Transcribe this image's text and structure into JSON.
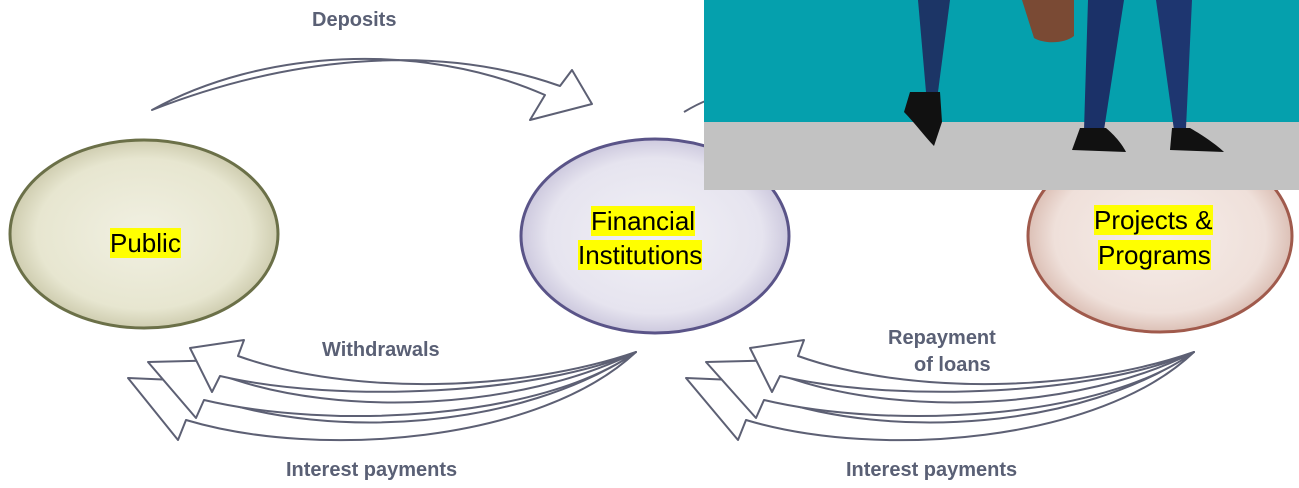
{
  "nodes": {
    "public": {
      "label": "Public"
    },
    "institutions": {
      "line1": "Financial",
      "line2": "Institutions"
    },
    "projects": {
      "line1": "Projects &",
      "line2": "Programs"
    }
  },
  "flows": {
    "deposits": "Deposits",
    "withdrawals": "Withdrawals",
    "interest_left": "Interest payments",
    "repayment_line1": "Repayment",
    "repayment_line2": "of loans",
    "interest_right": "Interest payments"
  },
  "colors": {
    "public_ring": "#6b7048",
    "institutions_ring": "#5a5488",
    "projects_ring": "#a05a4c",
    "highlight": "#ffff00",
    "photo_bg": "#05a0ad",
    "photo_floor": "#c2c2c2"
  }
}
